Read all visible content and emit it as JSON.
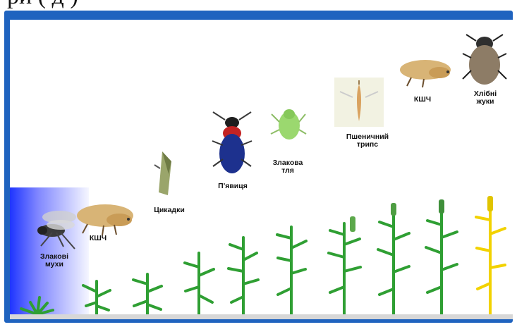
{
  "top_text": "ри (        д                 )",
  "labels": [
    {
      "id": "zlakovi",
      "text": "Злакові мухи"
    },
    {
      "id": "kshch1",
      "text": "КШЧ"
    },
    {
      "id": "tsykadky",
      "text": "Цикадки"
    },
    {
      "id": "pyavytsia",
      "text": "П'явиця"
    },
    {
      "id": "zlakova_tlia",
      "text": "Злакова тля"
    },
    {
      "id": "pshenychnyi_trips",
      "text": "Пшеничний трипс"
    },
    {
      "id": "kshch2",
      "text": "КШЧ"
    },
    {
      "id": "khlibni_zhuky",
      "text": "Хлібні жуки"
    }
  ],
  "colors": {
    "frame": "#1f63bf",
    "plant": "#2f9f33",
    "plant_mature": "#f2d200",
    "insect_dark": "#2d2d2d",
    "beetle": "#1a2f8f",
    "aphid": "#9bd86f",
    "larva": "#c9a46a"
  }
}
